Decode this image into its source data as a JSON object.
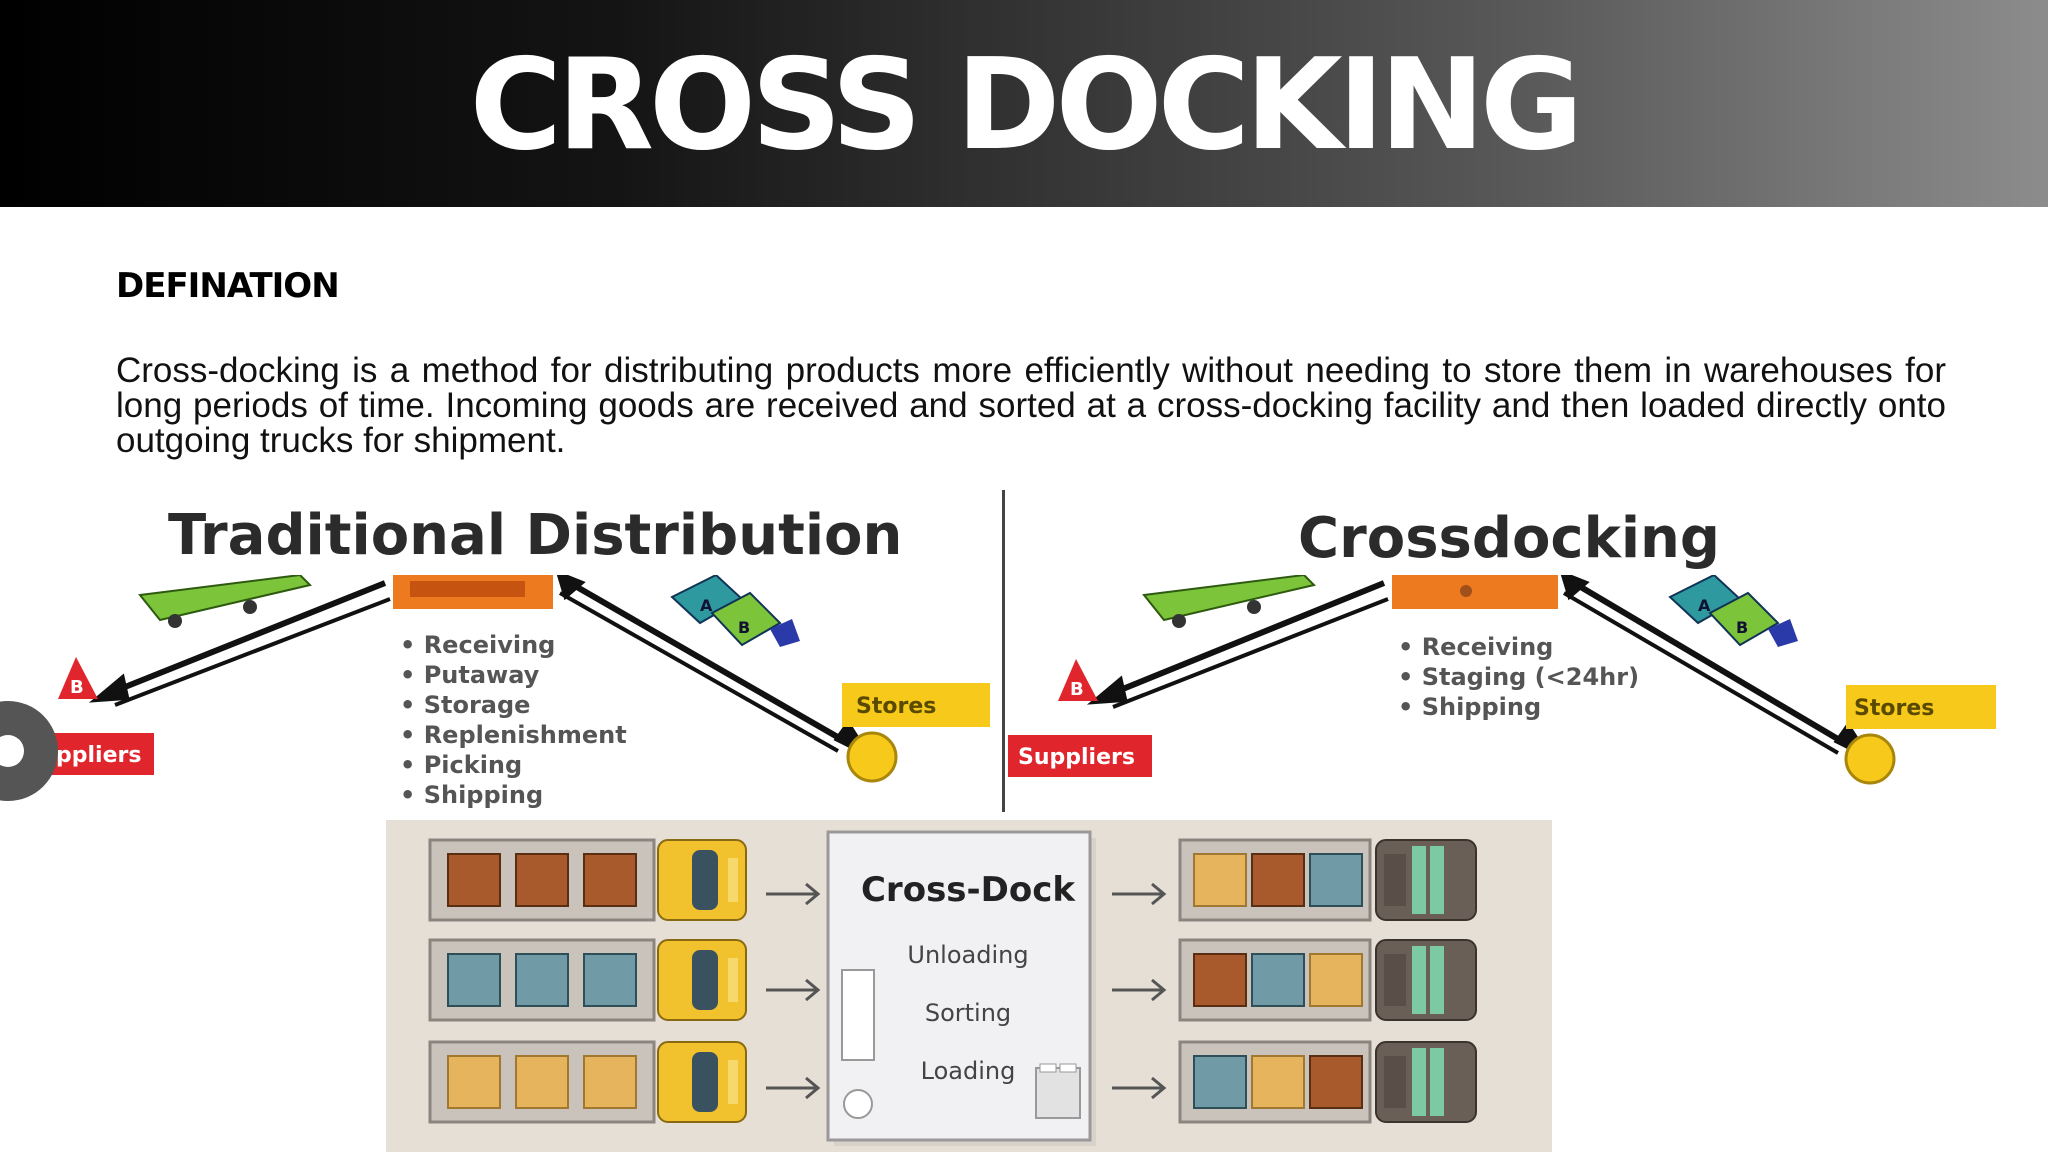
{
  "header": {
    "title": "CROSS DOCKING"
  },
  "definition": {
    "heading": "DEFINATION",
    "text": "Cross-docking is a method for distributing products more efficiently without needing to store them in warehouses for long periods of time. Incoming goods are received and sorted at a cross-docking facility and then loaded directly onto outgoing trucks for shipment."
  },
  "traditional": {
    "title": "Traditional Distribution",
    "steps": [
      "Receiving",
      "Putaway",
      "Storage",
      "Replenishment",
      "Picking",
      "Shipping"
    ],
    "suppliers_label": "ppliers",
    "stores_label": "Stores",
    "marker": "B",
    "truck_letters": [
      "A",
      "B"
    ]
  },
  "crossdocking": {
    "title": "Crossdocking",
    "steps": [
      "Receiving",
      "Staging (<24hr)",
      "Shipping"
    ],
    "suppliers_label": "Suppliers",
    "stores_label": "Stores",
    "marker": "B",
    "truck_letters": [
      "A",
      "B"
    ]
  },
  "crossdock_panel": {
    "title": "Cross-Dock",
    "steps": [
      "Unloading",
      "Sorting",
      "Loading"
    ]
  },
  "colors": {
    "sign_red": "#e0262c",
    "sign_yellow": "#f6c91a",
    "warehouse_orange": "#ee7a20",
    "truck_green": "#7cc43a",
    "truck_teal": "#2e9aa0",
    "crate_brown": "#a85a2c",
    "crate_blue": "#6f9aa6",
    "crate_tan": "#e6b45c",
    "bus_yellow": "#f2c12e",
    "outgoing_cab": "#6a5f57",
    "panel_bg": "#e6dfd5"
  }
}
